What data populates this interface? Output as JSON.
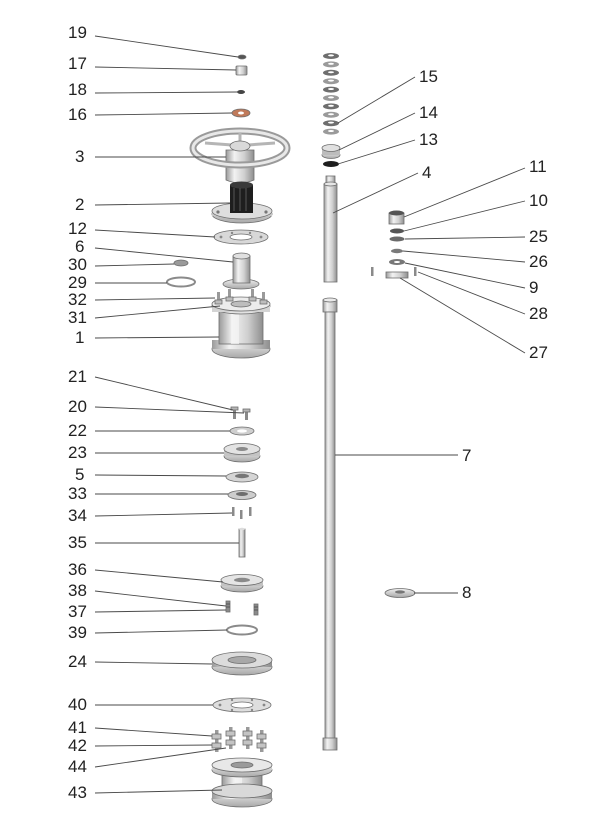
{
  "figure": {
    "type": "exploded-parts-diagram",
    "part_numbers": [
      "1",
      "2",
      "3",
      "4",
      "5",
      "6",
      "7",
      "8",
      "9",
      "10",
      "11",
      "12",
      "13",
      "14",
      "15",
      "16",
      "17",
      "18",
      "19",
      "20",
      "21",
      "22",
      "23",
      "24",
      "25",
      "26",
      "27",
      "28",
      "29",
      "30",
      "31",
      "32",
      "33",
      "34",
      "35",
      "36",
      "37",
      "38",
      "39",
      "40",
      "41",
      "42",
      "43",
      "44"
    ],
    "colors": {
      "metal_light": "#e6e6e6",
      "metal_mid": "#bdbdbd",
      "metal_dark": "#8a8a8a",
      "black_part": "#1e1e1e",
      "leader": "#4a4a4a",
      "label": "#222222"
    }
  }
}
